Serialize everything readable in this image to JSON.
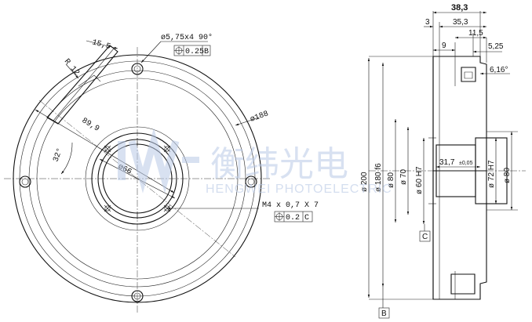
{
  "front_view": {
    "dim_15_5": "15,5",
    "dim_r12": "R 12",
    "dim_89_9": "89,9",
    "dim_32deg": "32°",
    "dim_66": "ø66",
    "dim_188": "ø188",
    "holes_note": "ø5,75x4 90°",
    "holes_tol": "0.25",
    "holes_datum": "B",
    "thread_note": "M4 x 0,7 X 7",
    "thread_tol": "0.2",
    "thread_datum": "C"
  },
  "section_view": {
    "dim_38_3": "38,3",
    "dim_3": "3",
    "dim_35_3": "35,3",
    "dim_9": "9",
    "dim_11_5": "11,5",
    "dim_5_25": "5,25",
    "dim_6_16deg": "6,16°",
    "dim_31_7": "31,7",
    "dim_31_7_tol": "±0,05",
    "dim_200": "ø 200",
    "dim_180": "ø 180 f6",
    "dim_80_left": "ø 80",
    "dim_70": "ø 70",
    "dim_60": "ø 60 H7",
    "dim_72": "ø 72 H7",
    "dim_80_right": "ø 80",
    "datum_c": "C",
    "datum_b": "B"
  },
  "watermark": {
    "cn_text": "衡纬光电",
    "en_text": "HENGWEI PHOTOELECTRIC"
  }
}
